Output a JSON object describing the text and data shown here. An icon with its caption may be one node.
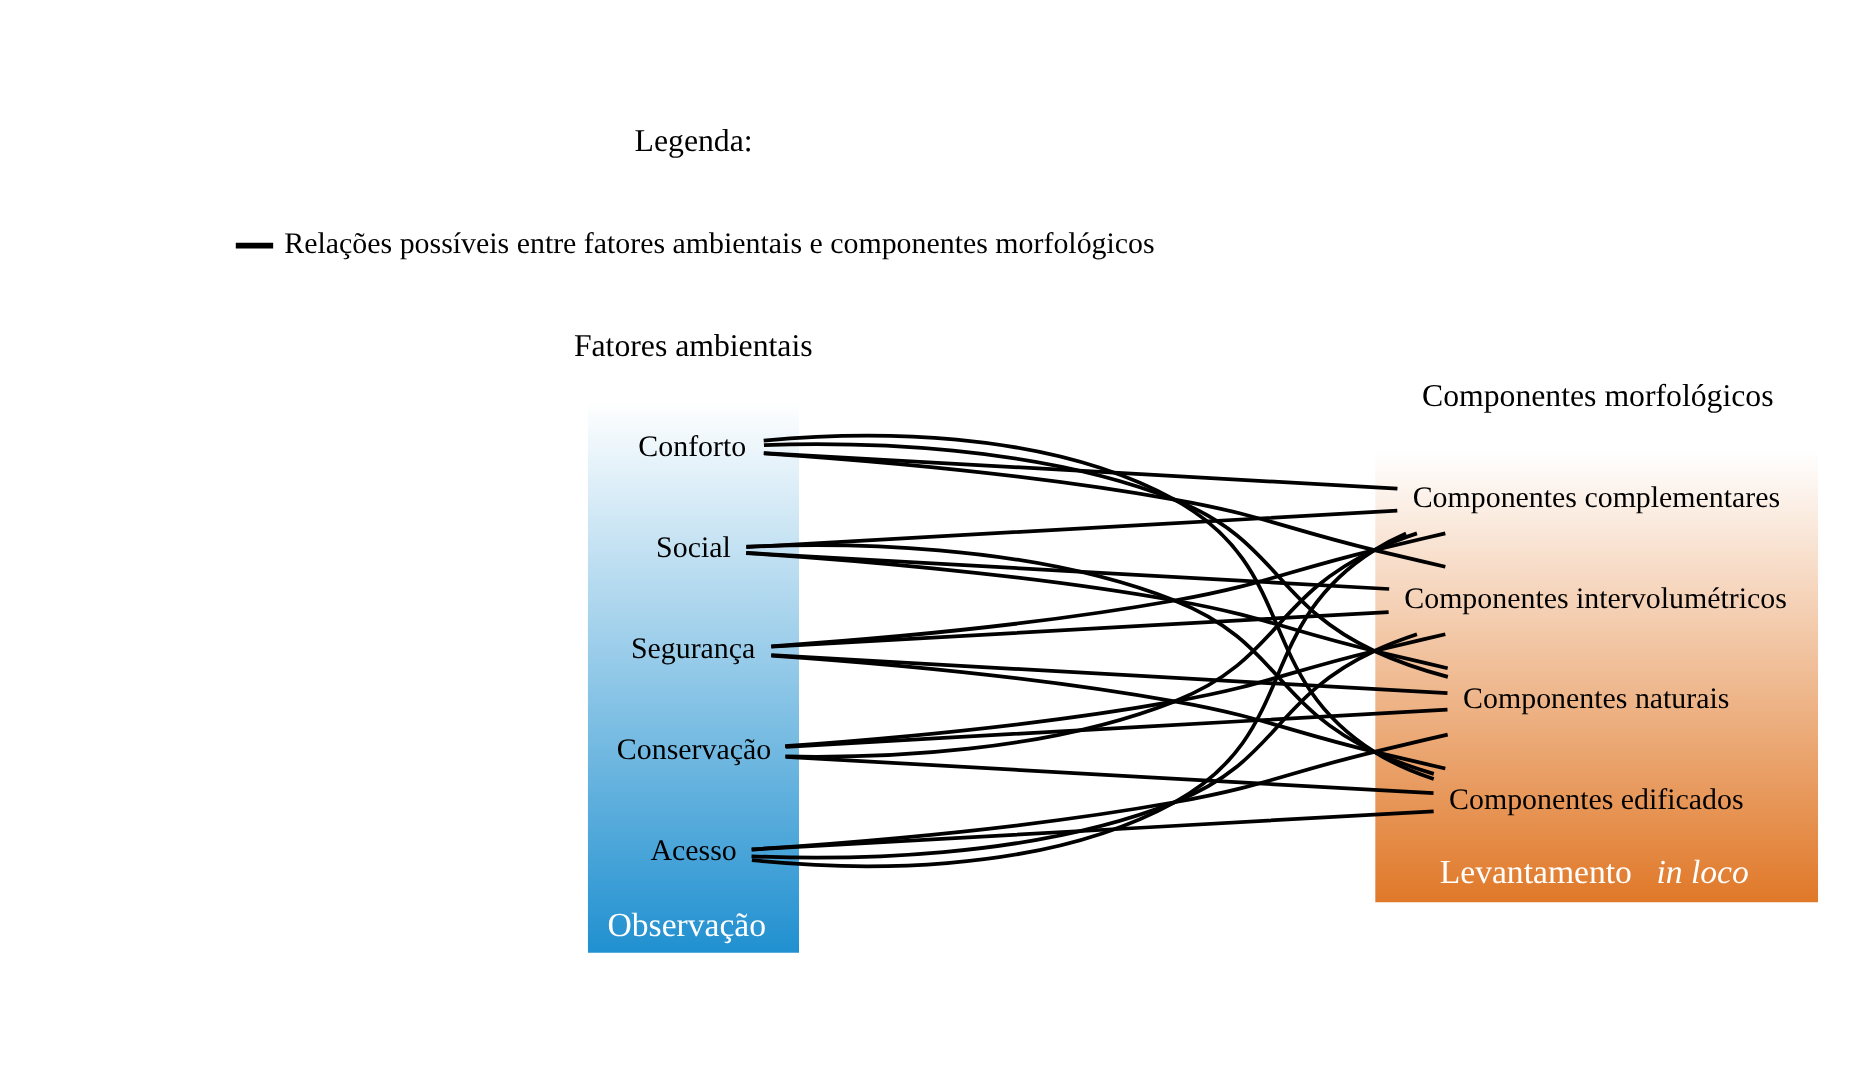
{
  "diagram": {
    "nodes": [
      {
        "text": [
          "Observação"
        ]
      },
      {
        "text": [
          "Acesso"
        ],
        "in": 0
      },
      {
        "text": [
          "Conservação"
        ],
        "in": 0
      },
      {
        "text": [
          "Conforto"
        ],
        "in": 0
      },
      {
        "text": [
          "Social"
        ],
        "in": 0
      },
      {
        "text": [
          "Segurança"
        ],
        "in": 0
      },
      {
        "text": [
          "Levantamento *in loco*"
        ]
      },
      {
        "text": [
          "Componentes naturais"
        ],
        "in": 6
      },
      {
        "text": [
          "Componentes edificados"
        ],
        "in": 6
      },
      {
        "text": [
          "Componentes complementares"
        ],
        "in": 6
      },
      {
        "text": [
          "Componentes intervolumétricos"
        ],
        "in": 6
      }
    ],
    "edges": [
      {
        "from": 1,
        "to": 7,
        "arrow": "none"
      },
      {
        "from": 1,
        "to": 8,
        "arrow": "none"
      },
      {
        "from": 1,
        "to": 9,
        "arrow": "none"
      },
      {
        "from": 1,
        "to": 10,
        "arrow": "none"
      },
      {
        "from": 2,
        "to": 7,
        "arrow": "none"
      },
      {
        "from": 2,
        "to": 8,
        "arrow": "none"
      },
      {
        "from": 2,
        "to": 9,
        "arrow": "none"
      },
      {
        "from": 2,
        "to": 10,
        "arrow": "none"
      },
      {
        "from": 3,
        "to": 7,
        "arrow": "none"
      },
      {
        "from": 3,
        "to": 8,
        "arrow": "none"
      },
      {
        "from": 3,
        "to": 9,
        "arrow": "none"
      },
      {
        "from": 3,
        "to": 10,
        "arrow": "none"
      },
      {
        "from": 4,
        "to": 7,
        "arrow": "none"
      },
      {
        "from": 4,
        "to": 8,
        "arrow": "none"
      },
      {
        "from": 4,
        "to": 9,
        "arrow": "none"
      },
      {
        "from": 4,
        "to": 10,
        "arrow": "none"
      },
      {
        "from": 5,
        "to": 7,
        "arrow": "none"
      },
      {
        "from": 5,
        "to": 8,
        "arrow": "none"
      },
      {
        "from": 5,
        "to": 9,
        "arrow": "none"
      },
      {
        "from": 5,
        "to": 10,
        "arrow": "none"
      }
    ],
    "labels": [
      "Fatores ambientais",
      "Componentes morfológicos",
      "Legenda:"
    ],
    "legend": [
      {
        "text": "Relações possíveis entre fatores ambientais e componentes morfológicos"
      }
    ]
  }
}
